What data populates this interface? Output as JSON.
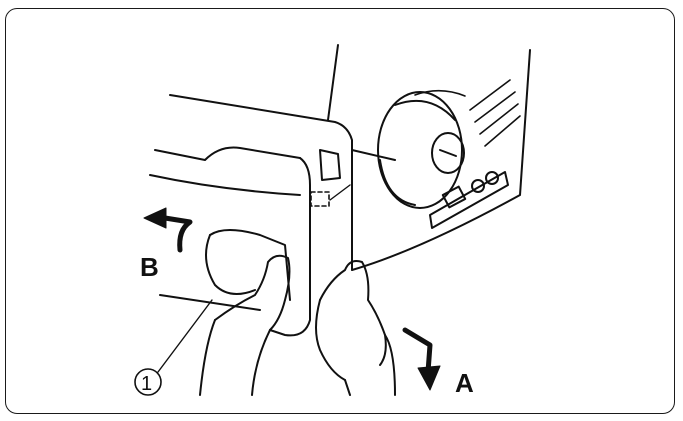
{
  "figure": {
    "labels": {
      "arrow_a": "A",
      "arrow_b": "B",
      "callout_1": "1"
    },
    "colors": {
      "line": "#111111",
      "background": "#ffffff"
    }
  }
}
